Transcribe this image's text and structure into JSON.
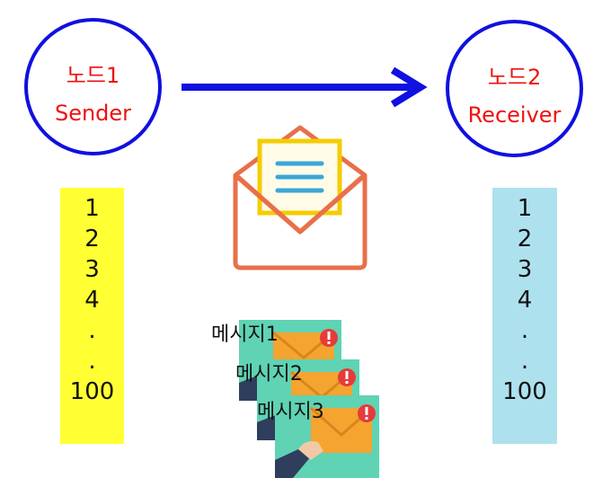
{
  "nodes": {
    "sender": {
      "title": "노드1",
      "role": "Sender"
    },
    "receiver": {
      "title": "노드2",
      "role": "Receiver"
    }
  },
  "sequences": {
    "sender": [
      "1",
      "2",
      "3",
      "4",
      ".",
      ".",
      "100"
    ],
    "receiver": [
      "1",
      "2",
      "3",
      "4",
      ".",
      ".",
      "100"
    ]
  },
  "messages": [
    "메시지1",
    "메시지2",
    "메시지3"
  ],
  "icons": {
    "arrow": "arrow-right-icon",
    "envelope": "open-envelope-icon",
    "message_card": "hand-envelope-alert-icon"
  },
  "colors": {
    "circle_border": "#1010e0",
    "node_text": "#ee1111",
    "arrow": "#1010e0",
    "sender_bar": "#ffff33",
    "receiver_bar": "#aee1ee",
    "envelope_line": "#e8704a",
    "letter_border": "#f5cc00",
    "letter_lines": "#3aa7d8",
    "card_bg": "#5fd3b3",
    "card_envelope": "#f5a430",
    "alert": "#e53b3b"
  }
}
